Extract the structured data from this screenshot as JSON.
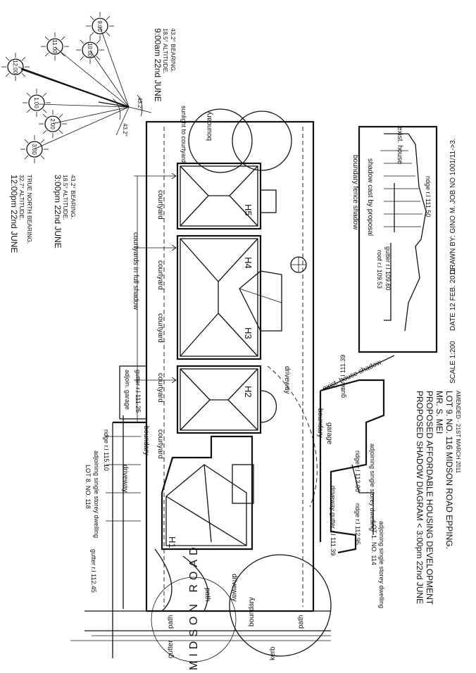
{
  "sun_times": [
    "12:00",
    "11:00",
    "10:00",
    "9:00",
    "1:00",
    "2:00",
    "3:00"
  ],
  "bearing_labels": [
    "43.2°",
    "43.2°"
  ],
  "notes": {
    "am9_title": "9:00am 22nd JUNE",
    "am9_alt": "18.5° ALTITUDE.",
    "am9_bear": "43.2° BEARING.",
    "pm12_title": "12:00pm 22nd JUNE",
    "pm12_alt": "32.7° ALTITUDE.",
    "pm12_bear": "TRUE NORTH BEARING.",
    "pm3_title": "3:00pm 22nd JUNE",
    "pm3_alt": "18.5° ALTITUDE.",
    "pm3_bear": "43.2° BEARING."
  },
  "site": {
    "houses": [
      "H1.",
      "H2",
      "H3",
      "H4",
      "H5"
    ],
    "courtyard": "courtyard",
    "courtyards_full_shadow": "courtyards in full shadow",
    "driveway": "driveway",
    "boundary": "boundary",
    "path": "path",
    "sunlight": "sunlight to courtyard",
    "boundary_fence_shadow": "boundary fence shadow",
    "shadow_cast": "shadow cast by proposal",
    "exist_house": "exist. house",
    "exist_house_shadow": "exist. house shadow",
    "garage": "garage",
    "gutter_13939": "gutter r.l 111.39",
    "ridge_11300": "ridge r.l 113.00",
    "adjoin_single": "adjoining single storey dwelling",
    "lot1": "LOT 1. NO. 114",
    "driveway_gutter": "driveway gutter r.l 111.39",
    "ridge_11295": "ridge r.l 112.95",
    "lot8": "LOT 8. NO. 118",
    "lot8_adjoin": "adjoining single storey dwelling",
    "lot8_ridge": "ridge r.l 115.10",
    "gutter_11245": "gutter r.l 112.45",
    "adjoin_garage": "adjoin. garage",
    "gutter_11125": "gutter r.l 111.25",
    "roof_10953": "roof r.l 109.53",
    "gutter_10960": "gutter r.l 109.60",
    "ridge_11150": "ridge r.l 111.50",
    "kerb": "kerb",
    "gutter": "gutter",
    "road": "MIDSON ROAD"
  },
  "title_block": {
    "line1": "PROPOSED SHADOW DIAGRAM < 3:00pm 22nd JUNE",
    "line2": "PROPOSED AFFORDABLE HOUSING DEVELOPMENT",
    "line3": "MR. S. MEI",
    "line4": "LOT 9. NO. 116 MIDSON ROAD EPPING.",
    "scale": "SCALE 1:200",
    "date": "DATE 12 FEB. 2011",
    "drawn": "DRAWN BY: GINO M. JOB NO 1001/11->3.",
    "amended": "AMENDED - 21ST MARCH 2011"
  }
}
